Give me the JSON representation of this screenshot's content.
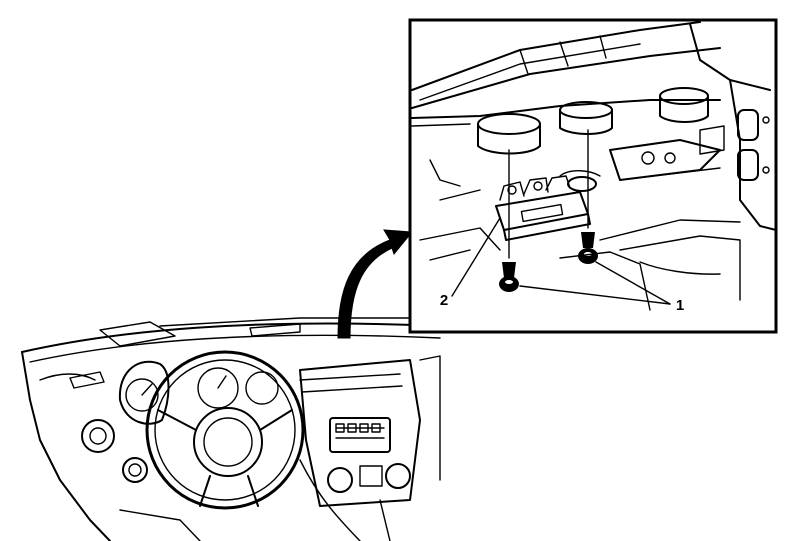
{
  "diagram": {
    "callouts": [
      {
        "id": "fastener",
        "label": "1"
      },
      {
        "id": "module",
        "label": "2"
      }
    ]
  }
}
